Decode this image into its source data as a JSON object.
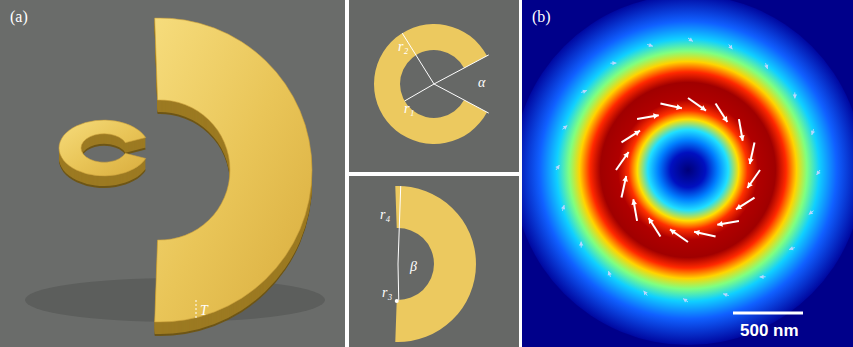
{
  "diagram": {
    "labels": [
      "(a)",
      "T",
      "r₂",
      "r₁",
      "α",
      "r₄",
      "r₃",
      "β",
      "(b)",
      "500 nm"
    ]
  }
}
